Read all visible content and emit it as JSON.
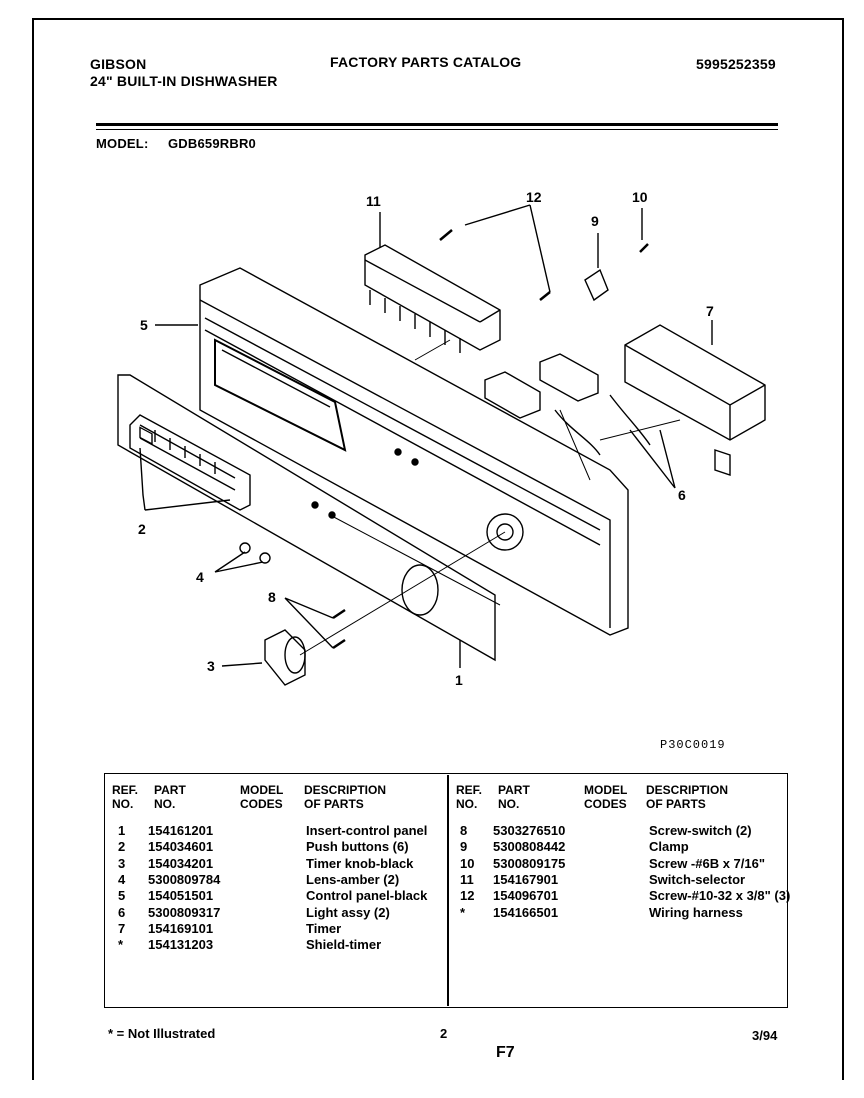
{
  "header": {
    "brand": "GIBSON",
    "product": "24\" BUILT-IN DISHWASHER",
    "catalog_title": "FACTORY PARTS CATALOG",
    "catalog_number": "5995252359",
    "model_label": "MODEL:",
    "model_value": "GDB659RBR0"
  },
  "diagram": {
    "callouts": [
      "11",
      "12",
      "9",
      "10",
      "5",
      "7",
      "2",
      "6",
      "4",
      "8",
      "3",
      "1"
    ],
    "drawing_code": "P30C0019"
  },
  "table": {
    "headers": {
      "ref": "REF.\nNO.",
      "part": "PART\nNO.",
      "model": "MODEL\nCODES",
      "desc": "DESCRIPTION\nOF PARTS"
    },
    "left_rows": [
      {
        "ref": "1",
        "part": "154161201",
        "desc": "Insert-control panel"
      },
      {
        "ref": "2",
        "part": "154034601",
        "desc": "Push buttons (6)"
      },
      {
        "ref": "3",
        "part": "154034201",
        "desc": "Timer knob-black"
      },
      {
        "ref": "4",
        "part": "5300809784",
        "desc": "Lens-amber (2)"
      },
      {
        "ref": "5",
        "part": "154051501",
        "desc": "Control panel-black"
      },
      {
        "ref": "6",
        "part": "5300809317",
        "desc": "Light assy (2)"
      },
      {
        "ref": "7",
        "part": "154169101",
        "desc": "Timer"
      },
      {
        "ref": "*",
        "part": "154131203",
        "desc": "Shield-timer"
      }
    ],
    "right_rows": [
      {
        "ref": "8",
        "part": "5303276510",
        "desc": "Screw-switch (2)"
      },
      {
        "ref": "9",
        "part": "5300808442",
        "desc": "Clamp"
      },
      {
        "ref": "10",
        "part": "5300809175",
        "desc": "Screw -#6B x 7/16\""
      },
      {
        "ref": "11",
        "part": "154167901",
        "desc": "Switch-selector"
      },
      {
        "ref": "12",
        "part": "154096701",
        "desc": "Screw-#10-32 x 3/8\" (3)"
      },
      {
        "ref": "*",
        "part": "154166501",
        "desc": "Wiring harness"
      }
    ]
  },
  "footer": {
    "note": "* = Not Illustrated",
    "page_number": "2",
    "figure_id": "F7",
    "date": "3/94"
  }
}
